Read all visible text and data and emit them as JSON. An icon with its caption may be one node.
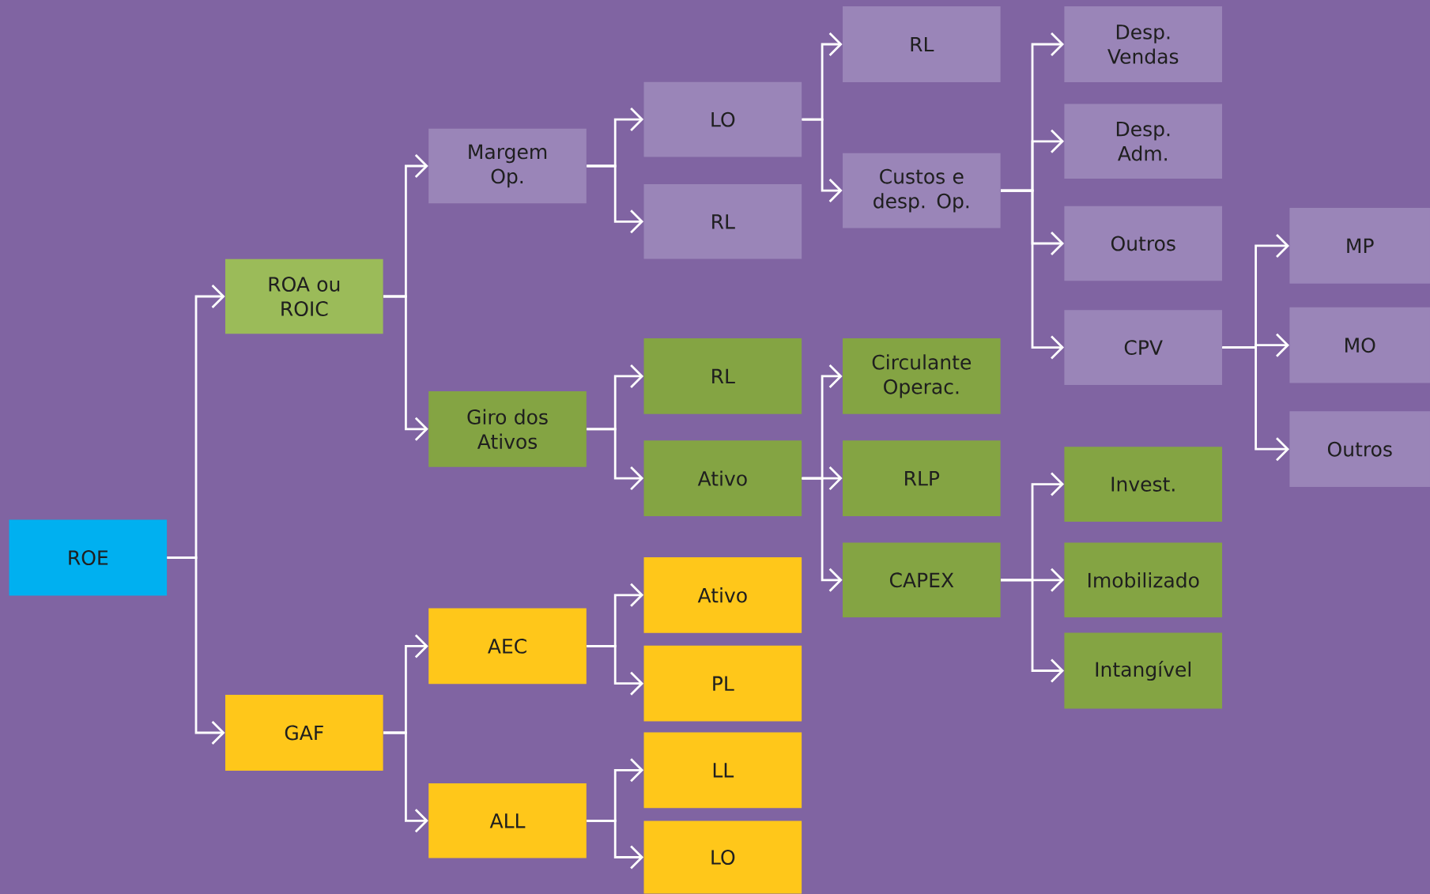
{
  "diagram": {
    "nodes": [
      {
        "text": [
          "ROE"
        ]
      },
      {
        "text": [
          "ROA ou ROIC"
        ]
      },
      {
        "text": [
          "GAF"
        ]
      },
      {
        "text": [
          "Margem Op."
        ]
      },
      {
        "text": [
          "Giro dos Ativos"
        ]
      },
      {
        "text": [
          "AEC"
        ]
      },
      {
        "text": [
          "ALL"
        ]
      },
      {
        "text": [
          "LO"
        ]
      },
      {
        "text": [
          "RL"
        ]
      },
      {
        "text": [
          "RL"
        ]
      },
      {
        "text": [
          "Ativo"
        ]
      },
      {
        "text": [
          "Ativo"
        ]
      },
      {
        "text": [
          "PL"
        ]
      },
      {
        "text": [
          "LL"
        ]
      },
      {
        "text": [
          "LO"
        ]
      },
      {
        "text": [
          "RL"
        ]
      },
      {
        "text": [
          "Custos e desp. Op."
        ]
      },
      {
        "text": [
          "Circulante Operac."
        ]
      },
      {
        "text": [
          "RLP"
        ]
      },
      {
        "text": [
          "CAPEX"
        ]
      },
      {
        "text": [
          "Desp. Vendas"
        ]
      },
      {
        "text": [
          "Desp. Adm."
        ]
      },
      {
        "text": [
          "Outros"
        ]
      },
      {
        "text": [
          "CPV"
        ]
      },
      {
        "text": [
          "Invest."
        ]
      },
      {
        "text": [
          "Imobilizado"
        ]
      },
      {
        "text": [
          "Intangível"
        ]
      },
      {
        "text": [
          "MP"
        ]
      },
      {
        "text": [
          "MO"
        ]
      },
      {
        "text": [
          "Outros"
        ]
      }
    ],
    "edges": [
      {
        "from": 0,
        "to": 1,
        "arrow": "to"
      },
      {
        "from": 0,
        "to": 2,
        "arrow": "to"
      },
      {
        "from": 1,
        "to": 3,
        "arrow": "to"
      },
      {
        "from": 1,
        "to": 4,
        "arrow": "to"
      },
      {
        "from": 2,
        "to": 5,
        "arrow": "to"
      },
      {
        "from": 2,
        "to": 6,
        "arrow": "to"
      },
      {
        "from": 3,
        "to": 7,
        "arrow": "to"
      },
      {
        "from": 3,
        "to": 8,
        "arrow": "to"
      },
      {
        "from": 4,
        "to": 9,
        "arrow": "to"
      },
      {
        "from": 4,
        "to": 10,
        "arrow": "to"
      },
      {
        "from": 5,
        "to": 11,
        "arrow": "to"
      },
      {
        "from": 5,
        "to": 12,
        "arrow": "to"
      },
      {
        "from": 6,
        "to": 13,
        "arrow": "to"
      },
      {
        "from": 6,
        "to": 14,
        "arrow": "to"
      },
      {
        "from": 7,
        "to": 15,
        "arrow": "to"
      },
      {
        "from": 7,
        "to": 16,
        "arrow": "to"
      },
      {
        "from": 10,
        "to": 17,
        "arrow": "to"
      },
      {
        "from": 10,
        "to": 18,
        "arrow": "to"
      },
      {
        "from": 10,
        "to": 19,
        "arrow": "to"
      },
      {
        "from": 16,
        "to": 20,
        "arrow": "to"
      },
      {
        "from": 16,
        "to": 21,
        "arrow": "to"
      },
      {
        "from": 16,
        "to": 22,
        "arrow": "to"
      },
      {
        "from": 16,
        "to": 23,
        "arrow": "to"
      },
      {
        "from": 19,
        "to": 24,
        "arrow": "to"
      },
      {
        "from": 19,
        "to": 25,
        "arrow": "to"
      },
      {
        "from": 19,
        "to": 26,
        "arrow": "to"
      },
      {
        "from": 23,
        "to": 27,
        "arrow": "to"
      },
      {
        "from": 23,
        "to": 28,
        "arrow": "to"
      },
      {
        "from": 23,
        "to": 29,
        "arrow": "to"
      }
    ]
  }
}
